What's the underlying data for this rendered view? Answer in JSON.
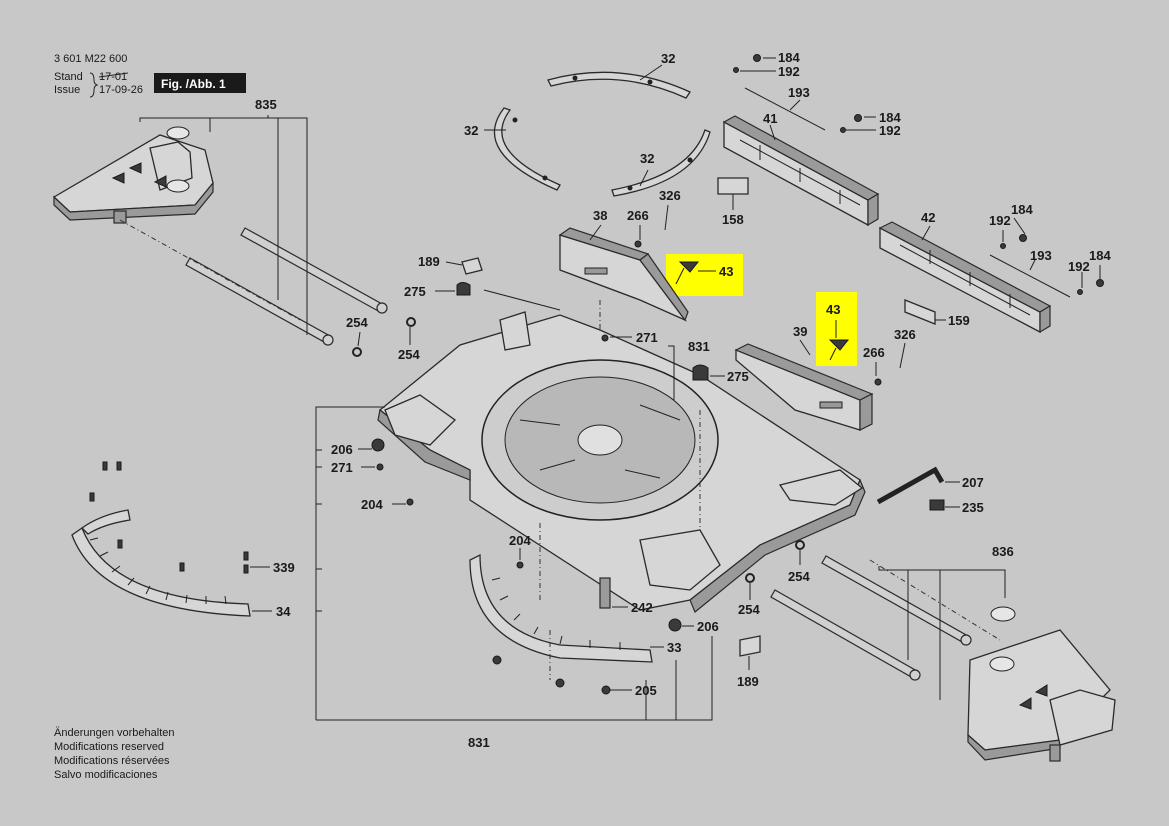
{
  "header": {
    "doc_number": "3 601 M22 600",
    "stand_label": "Stand",
    "issue_label": "Issue",
    "stand_value": "17-01",
    "issue_value": "17-09-26",
    "fig_label": "Fig. /Abb. 1"
  },
  "footer": {
    "lines": [
      "Änderungen vorbehalten",
      "Modifications reserved",
      "Modifications réservées",
      "Salvo modificaciones"
    ]
  },
  "part_labels": {
    "p835": "835",
    "p32a": "32",
    "p32b": "32",
    "p32c": "32",
    "p184a": "184",
    "p192a": "192",
    "p193a": "193",
    "p41": "41",
    "p184b": "184",
    "p192b": "192",
    "p158": "158",
    "p38": "38",
    "p266a": "266",
    "p326a": "326",
    "p189a": "189",
    "p43a": "43",
    "p275a": "275",
    "p254a": "254",
    "p254b": "254",
    "p271a": "271",
    "p831a": "831",
    "p275b": "275",
    "p43b": "43",
    "p39": "39",
    "p326b": "326",
    "p266b": "266",
    "p42": "42",
    "p192c": "192",
    "p184c": "184",
    "p193b": "193",
    "p192d": "192",
    "p184d": "184",
    "p159": "159",
    "p206a": "206",
    "p271b": "271",
    "p204a": "204",
    "p207": "207",
    "p235": "235",
    "p204b": "204",
    "p339": "339",
    "p34": "34",
    "p242": "242",
    "p254c": "254",
    "p836": "836",
    "p254d": "254",
    "p206b": "206",
    "p33": "33",
    "p189b": "189",
    "p205": "205",
    "p831b": "831"
  },
  "colors": {
    "background": "#c8c8c8",
    "highlight": "#ffff00",
    "ink": "#1a1a1a",
    "fig_badge": "#1a1a1a"
  },
  "highlighted_parts": [
    "43",
    "43"
  ]
}
